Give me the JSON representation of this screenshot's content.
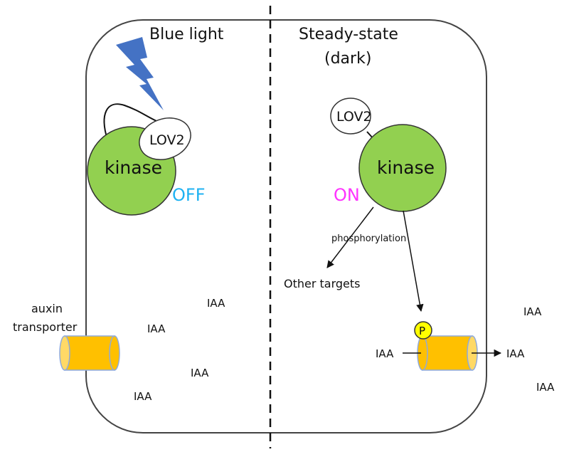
{
  "left_panel": {
    "title": "Blue light",
    "lov2_label": "LOV2",
    "kinase_label": "kinase",
    "state_label": "OFF",
    "state_color": "#1fb2f2",
    "transporter_label_line1": "auxin",
    "transporter_label_line2": "transporter",
    "iaa_labels": [
      "IAA",
      "IAA",
      "IAA",
      "IAA"
    ],
    "lightning_color": "#4472c4"
  },
  "right_panel": {
    "title_line1": "Steady-state",
    "title_line2": "(dark)",
    "lov2_label": "LOV2",
    "kinase_label": "kinase",
    "state_label": "ON",
    "state_color": "#ff33ff",
    "phosphorylation_label": "phosphorylation",
    "other_targets_label": "Other targets",
    "phospho_marker_label": "P",
    "iaa_in_label": "IAA",
    "iaa_out_label": "IAA",
    "iaa_extra_labels": [
      "IAA",
      "IAA"
    ]
  },
  "colors": {
    "kinase_fill": "#92d050",
    "transporter_fill": "#ffc000",
    "transporter_end_fill": "#ffd966",
    "transporter_stroke": "#8faadc",
    "phospho_fill": "#ffff00"
  }
}
